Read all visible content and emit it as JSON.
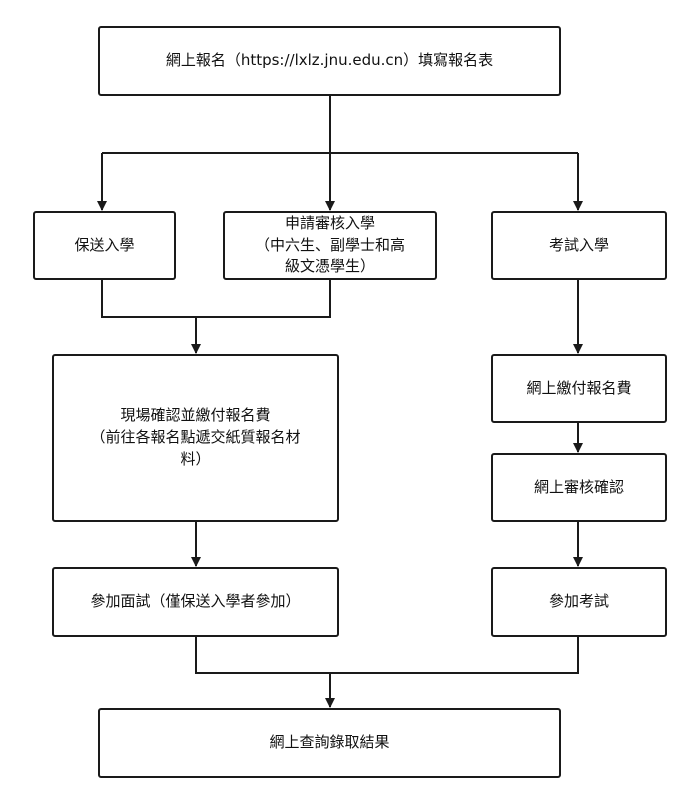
{
  "nodes": {
    "register": "網上報名（https://lxlz.jnu.edu.cn）填寫報名表",
    "recommend": "保送入學",
    "apply": "申請審核入學\n（中六生、副學士和高\n級文憑學生）",
    "exam_entry": "考試入學",
    "onsite": "現場確認並繳付報名費\n（前往各報名點遞交紙質報名材\n料）",
    "pay_online": "網上繳付報名費",
    "review_online": "網上審核確認",
    "interview": "參加面試（僅保送入學者參加）",
    "take_exam": "參加考試",
    "result": "網上查詢錄取結果"
  }
}
